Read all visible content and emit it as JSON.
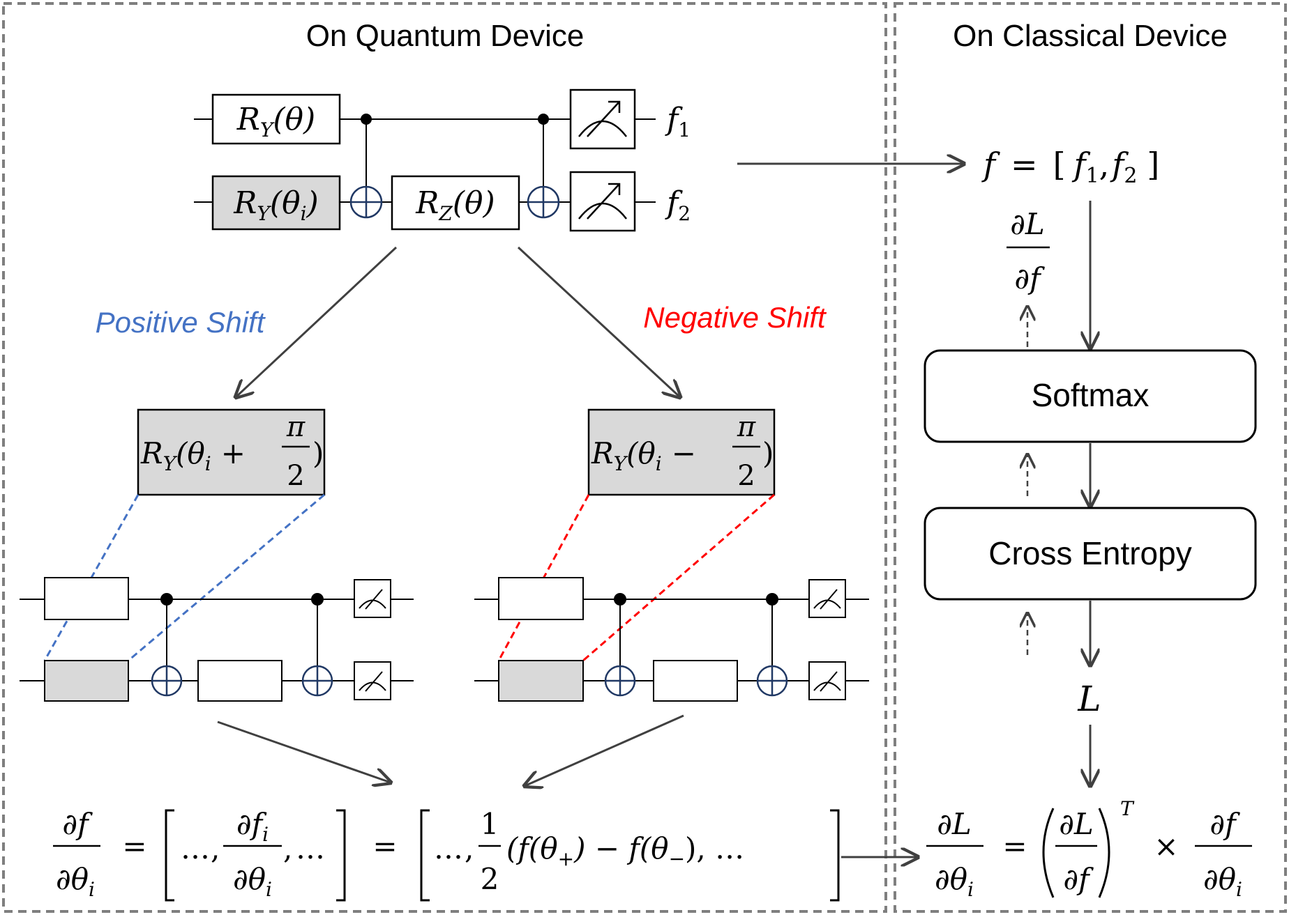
{
  "panels": {
    "quantum_title": "On Quantum Device",
    "classical_title": "On Classical Device"
  },
  "circuit": {
    "gate_ry": {
      "base": "R",
      "sub": "Y",
      "arg": "(θ)"
    },
    "gate_ry_i": {
      "base": "R",
      "sub": "Y",
      "arg": "(θ",
      "argsub": "i",
      "close": ")"
    },
    "gate_rz": {
      "base": "R",
      "sub": "Z",
      "arg": "(θ)"
    },
    "out1": {
      "base": "f",
      "sub": "1"
    },
    "out2": {
      "base": "f",
      "sub": "2"
    }
  },
  "shifts": {
    "positive_label": "Positive Shift",
    "negative_label": "Negative Shift",
    "positive_color": "#4472C4",
    "negative_color": "#FF0000",
    "positive_gate": {
      "base": "R",
      "sub": "Y",
      "arg": "(θ",
      "argsub": "i",
      "op": "+",
      "num": "π",
      "den": "2",
      "close": ")"
    },
    "negative_gate": {
      "base": "R",
      "sub": "Y",
      "arg": "(θ",
      "argsub": "i",
      "op": "−",
      "num": "π",
      "den": "2",
      "close": ")"
    }
  },
  "classical": {
    "f_vector": {
      "lhs": "f",
      "eq": "=",
      "open": "[",
      "f1": "f",
      "s1": "1",
      "comma": ",",
      "f2": "f",
      "s2": "2",
      "close": "]"
    },
    "dL_df": {
      "num": "∂L",
      "den": "∂f"
    },
    "softmax_label": "Softmax",
    "cross_entropy_label": "Cross Entropy",
    "loss_label": "L"
  },
  "equations": {
    "left": {
      "frac1_num": "∂f",
      "frac1_den": "∂θ",
      "frac1_den_sub": "i",
      "eq": "=",
      "ellipsis": "…",
      "comma": ",",
      "frac2_num": "∂f",
      "frac2_num_sub": "i",
      "frac2_den": "∂θ",
      "frac2_den_sub": "i",
      "half_num": "1",
      "half_den": "2",
      "term": "(f(θ",
      "plus_sub": "+",
      "mid": ")  − f(θ",
      "minus_sub": "−",
      "end": "), …"
    },
    "right": {
      "lhs_num": "∂L",
      "lhs_den": "∂θ",
      "lhs_den_sub": "i",
      "eq": "=",
      "inner_num": "∂L",
      "inner_den": "∂f",
      "transpose": "T",
      "times": "×",
      "rhs_num": "∂f",
      "rhs_den": "∂θ",
      "rhs_den_sub": "i"
    }
  },
  "colors": {
    "border": "#7f7f7f",
    "gate_fill_gray": "#D9D9D9",
    "arrow": "#404040",
    "xor_stroke": "#203864"
  }
}
